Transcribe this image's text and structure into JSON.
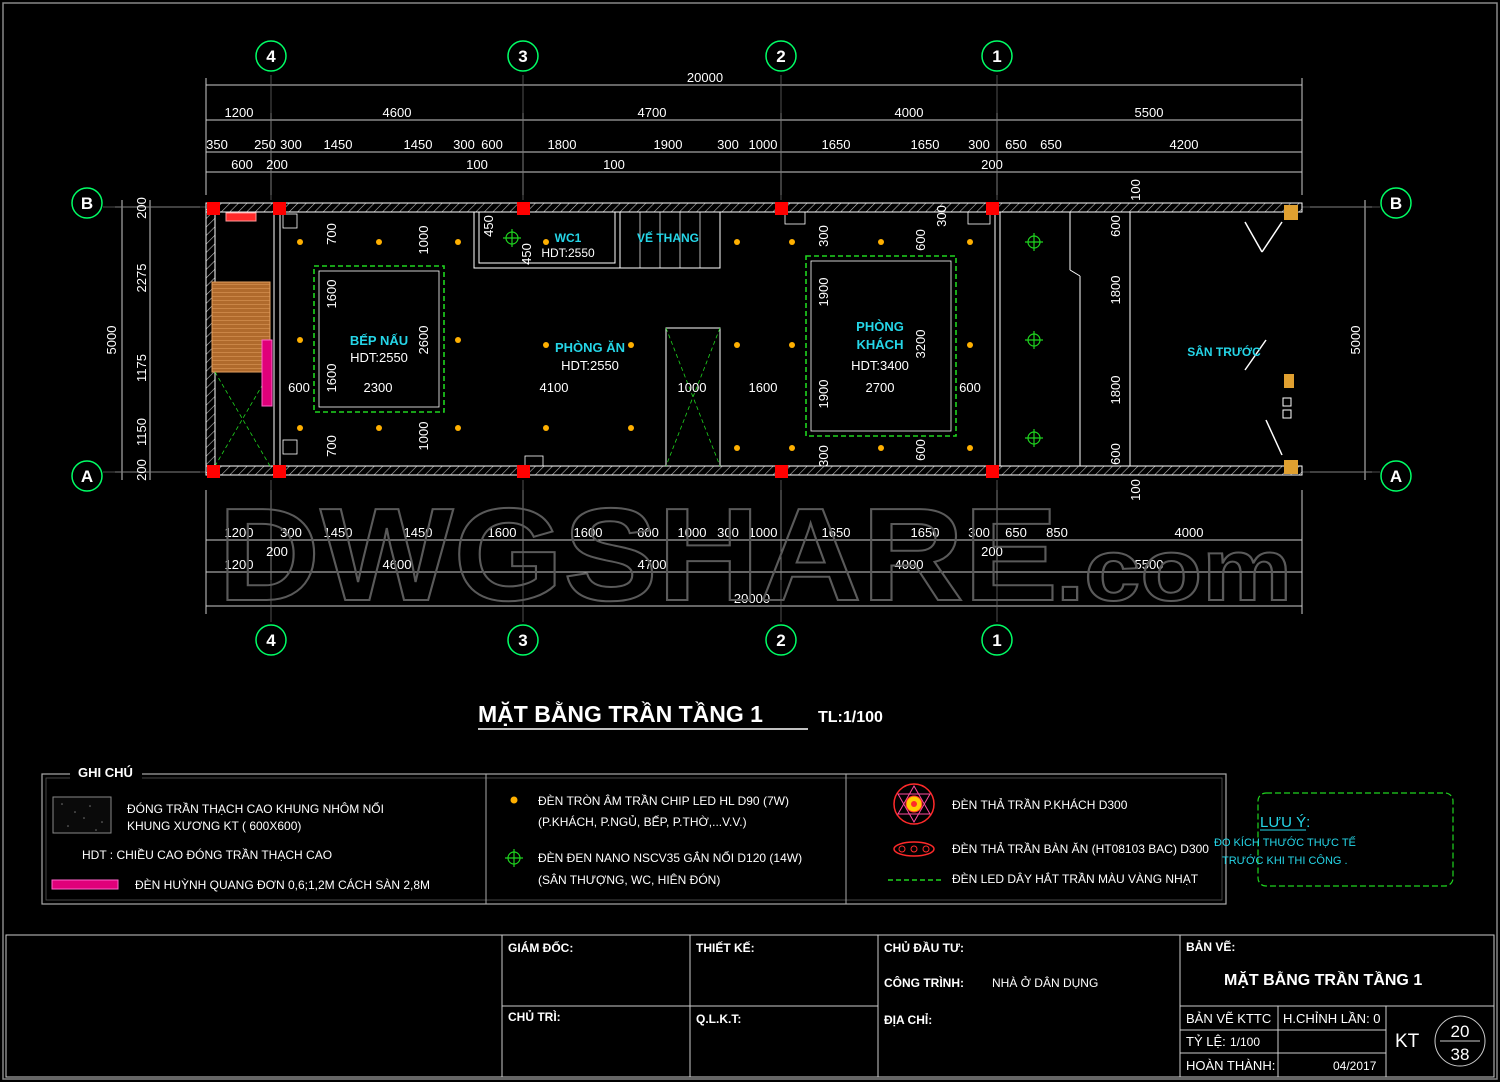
{
  "grid": {
    "cols": [
      "4",
      "3",
      "2",
      "1"
    ],
    "rows": [
      "B",
      "A"
    ]
  },
  "dims": {
    "top_total": "20000",
    "top_row1": [
      "1200",
      "4600",
      "4700",
      "4000",
      "5500"
    ],
    "top_row2": [
      "350",
      "250",
      "300",
      "1450",
      "1450",
      "300",
      "600",
      "1800",
      "1900",
      "300",
      "1000",
      "1650",
      "1650",
      "300",
      "650",
      "650",
      "4200"
    ],
    "top_row3": [
      "600",
      "200",
      "100",
      "100",
      "200"
    ],
    "bottom_row1": [
      "1200",
      "300",
      "1450",
      "1450",
      "1600",
      "1600",
      "600",
      "1000",
      "300",
      "1000",
      "1650",
      "1650",
      "300",
      "650",
      "850",
      "4000"
    ],
    "bottom_row1b": [
      "200",
      "200"
    ],
    "bottom_row2": [
      "1200",
      "4600",
      "4700",
      "4000",
      "5500"
    ],
    "bottom_total": "20000",
    "left": [
      "200",
      "2275",
      "1175",
      "1150",
      "200"
    ],
    "left_total": "5000",
    "right_total": "5000",
    "inner": {
      "v700a": "700",
      "v1000a": "1000",
      "v1600a": "1600",
      "v2600": "2600",
      "v1600b": "1600",
      "v700b": "700",
      "v1000b": "1000",
      "v450a": "450",
      "v450b": "450",
      "v300a": "300",
      "v600a": "600",
      "v300b": "300",
      "v1900a": "1900",
      "v3200": "3200",
      "v1900b": "1900",
      "v300c": "300",
      "v600b": "600",
      "v100a": "100",
      "v600c": "600",
      "v1800a": "1800",
      "v1800b": "1800",
      "v600d": "600",
      "v100b": "100",
      "h600a": "600",
      "h2300": "2300",
      "h4100": "4100",
      "h1000": "1000",
      "h1600": "1600",
      "h2700": "2700",
      "h600b": "600"
    }
  },
  "rooms": {
    "bep_nau": "BẾP NẤU",
    "bep_hdt": "HDT:2550",
    "wc1": "WC1",
    "wc1_hdt": "HDT:2550",
    "ve_thang": "VẾ THANG",
    "phong_an": "PHÒNG ĂN",
    "phong_an_hdt": "HDT:2550",
    "phong_khach_1": "PHÒNG",
    "phong_khach_2": "KHÁCH",
    "phong_khach_hdt": "HDT:3400",
    "san_truoc": "SÂN TRƯỚC"
  },
  "watermark": {
    "main": "DWGSHARE",
    "suffix": ".com"
  },
  "title": {
    "main": "MẶT BẰNG TRẦN TẦNG 1",
    "scale": "TL:1/100"
  },
  "legend": {
    "heading": "GHI CHÚ",
    "item1_line1": "ĐÓNG TRẦN THẠCH CAO KHUNG NHÔM NỔI",
    "item1_line2": "KHUNG XƯƠNG KT ( 600X600)",
    "item2": "HDT : CHIỀU CAO ĐÓNG TRẦN THẠCH CAO",
    "item3": "ĐÈN HUỲNH QUANG ĐƠN 0,6;1,2M CÁCH SÀN 2,8M",
    "item4_line1": "ĐÈN TRÒN ÂM TRẦN CHIP LED HL D90 (7W)",
    "item4_line2": "(P.KHÁCH, P.NGỦ, BẾP, P.THỜ,...V.V.)",
    "item5_line1": "ĐÈN ĐEN NANO NSCV35 GẮN NỔI D120 (14W)",
    "item5_line2": "(SÂN THƯỢNG, WC, HIÊN ĐÓN)",
    "item6": "ĐÈN THẢ TRẦN P.KHÁCH D300",
    "item7": "ĐÈN THẢ TRẦN BÀN ĂN (HT08103 BAC) D300",
    "item8": "ĐÈN LED DÂY HẮT TRẦN MÀU VÀNG NHẠT"
  },
  "note": {
    "title": "LƯU Ý:",
    "line1": "ĐO KÍCH THƯỚC THỰC TẾ",
    "line2": "TRƯỚC KHI THI CÔNG ."
  },
  "titleblock": {
    "giam_doc": "GIÁM ĐỐC:",
    "thiet_ke": "THIẾT KẾ:",
    "chu_tri": "CHỦ TRÌ:",
    "qlkt": "Q.L.K.T:",
    "chu_dau_tu": "CHỦ ĐẦU TƯ:",
    "cong_trinh": "CÔNG TRÌNH:",
    "cong_trinh_val": "NHÀ Ở DÂN DỤNG",
    "dia_chi": "ĐỊA CHỈ:",
    "ban_ve": "BẢN VẼ:",
    "ban_ve_val": "MẶT BẰNG TRẦN TẦNG 1",
    "ban_ve_kttc": "BẢN VẼ KTTC",
    "h_chinh": "H.CHỈNH LẦN: 0",
    "ty_le_label": "TỶ LỆ:",
    "ty_le_val": "1/100",
    "hoan_thanh_label": "HOÀN THÀNH:",
    "hoan_thanh_val": "04/2017",
    "kt": "KT",
    "sheet_num": "20",
    "sheet_total": "38"
  },
  "colors": {
    "bg": "#000000",
    "wall": "#ffffff",
    "dim": "#ffffff",
    "dim_green": "#7cff7c",
    "grid_bubble": "#00ff66",
    "room_label": "#25d6e8",
    "column": "#ff0000",
    "light": "#ffb000",
    "led_strip": "#1fd41f",
    "note": "#25d6e8"
  }
}
